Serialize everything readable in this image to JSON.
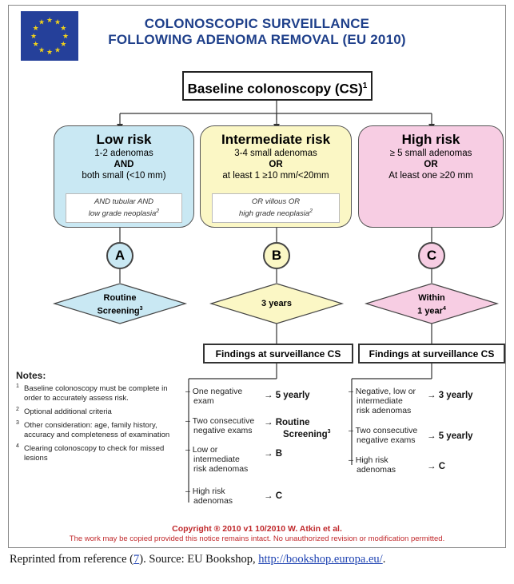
{
  "colors": {
    "title": "#1e3f8a",
    "low": "#c9e8f3",
    "intermediate": "#fbf7c5",
    "high": "#f7cde3",
    "copyright": "#c0282b",
    "flag": "#25409a",
    "stars": "#f2d21a"
  },
  "title": {
    "line1": "COLONOSCOPIC SURVEILLANCE",
    "line2": "FOLLOWING ADENOMA REMOVAL (EU 2010)"
  },
  "baseline": {
    "label": "Baseline colonoscopy (CS)",
    "sup": "1"
  },
  "risk_boxes": [
    {
      "heading": "Low risk",
      "line1": "1-2 adenomas",
      "line2": "AND",
      "line3": "both small (<10 mm)",
      "inner1": "AND tubular AND",
      "inner2": "low grade neoplasia",
      "inner_sup": "2",
      "letter": "A",
      "diamond1": "Routine",
      "diamond2": "Screening",
      "diamond_sup": "3"
    },
    {
      "heading": "Intermediate risk",
      "line1": "3-4 small adenomas",
      "line2": "OR",
      "line3": "at least 1 ≥10 mm/<20mm",
      "inner1": "OR villous OR",
      "inner2": "high grade neoplasia",
      "inner_sup": "2",
      "letter": "B",
      "diamond1": "3 years",
      "diamond2": "",
      "diamond_sup": ""
    },
    {
      "heading": "High risk",
      "line1": "≥ 5 small adenomas",
      "line2": "OR",
      "line3": "At least one ≥20 mm",
      "letter": "C",
      "diamond1": "Within",
      "diamond2": "1 year",
      "diamond_sup": "4"
    }
  ],
  "findings_label": "Findings at surveillance CS",
  "intermediate_outcomes": [
    {
      "c1": "One negative",
      "c2": "exam",
      "c3": "",
      "result1": "5 yearly",
      "result2": "",
      "sup": ""
    },
    {
      "c1": "Two consecutive",
      "c2": "negative exams",
      "c3": "",
      "result1": "Routine",
      "result2": "Screening",
      "sup": "3"
    },
    {
      "c1": "Low or",
      "c2": "intermediate",
      "c3": "risk adenomas",
      "result1": "B",
      "result2": "",
      "sup": ""
    },
    {
      "c1": "High risk",
      "c2": "adenomas",
      "c3": "",
      "result1": "C",
      "result2": "",
      "sup": ""
    }
  ],
  "high_outcomes": [
    {
      "c1": "Negative, low or",
      "c2": "intermediate",
      "c3": "risk adenomas",
      "result1": "3 yearly"
    },
    {
      "c1": "Two consecutive",
      "c2": "negative exams",
      "c3": "",
      "result1": "5 yearly"
    },
    {
      "c1": "High risk",
      "c2": "adenomas",
      "c3": "",
      "result1": "C"
    }
  ],
  "arrow_glyph": "→",
  "notes": {
    "heading": "Notes:",
    "items": [
      {
        "num": "1",
        "text": "Baseline colonoscopy must be complete in order to accurately assess risk."
      },
      {
        "num": "2",
        "text": "Optional additional criteria"
      },
      {
        "num": "3",
        "text": "Other consideration: age, family history, accuracy and completeness of examination"
      },
      {
        "num": "4",
        "text": "Clearing colonoscopy to check for missed lesions"
      }
    ]
  },
  "copyright": {
    "line1": "Copyright ® 2010 v1 10/2010 W. Atkin et al.",
    "line2": "The work may be copied provided this notice remains intact. No unauthorized revision or modification permitted."
  },
  "caption": {
    "pre": "Reprinted from reference (",
    "ref": "7",
    "mid": "). Source: EU Bookshop, ",
    "link": "http://bookshop.europa.eu/",
    "post": "."
  }
}
